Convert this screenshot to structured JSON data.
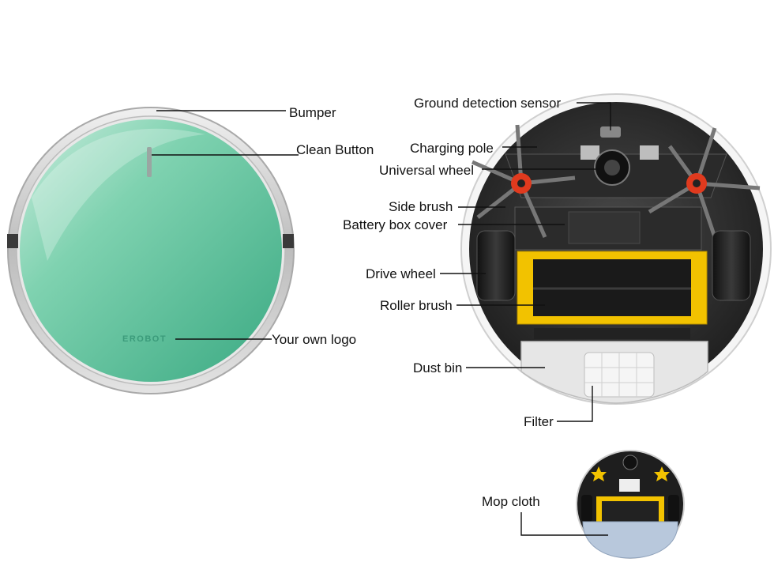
{
  "diagram": {
    "labels": {
      "bumper": "Bumper",
      "clean_button": "Clean Button",
      "logo": "Your own logo",
      "ground_sensor": "Ground detection sensor",
      "charging_pole": "Charging pole",
      "universal_wheel": "Universal wheel",
      "side_brush": "Side brush",
      "battery_cover": "Battery box cover",
      "drive_wheel": "Drive wheel",
      "roller_brush": "Roller brush",
      "dust_bin": "Dust bin",
      "filter": "Filter",
      "mop_cloth": "Mop cloth"
    },
    "robot_logo_text": "EROBOT",
    "colors": {
      "top_cover": "#4cbc94",
      "bumper": "#c8c8c8",
      "brush_hub": "#e03a1e",
      "roller_frame": "#f2c200",
      "dust_bin": "#e6e6e6",
      "mop": "#b8c8dc",
      "label_text": "#111111"
    }
  }
}
